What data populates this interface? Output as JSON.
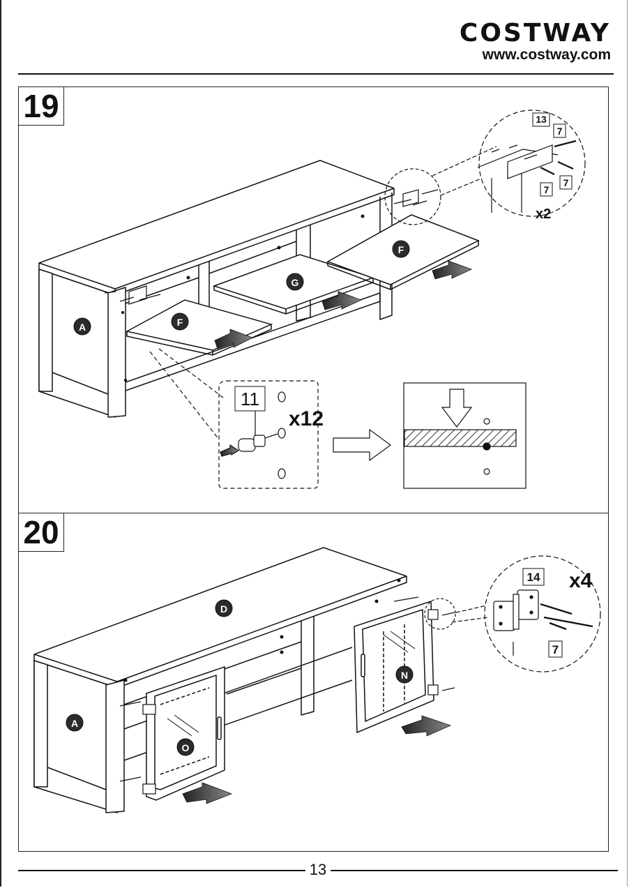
{
  "header": {
    "brand_name": "COSTWAY",
    "brand_url": "www.costway.com"
  },
  "steps": [
    {
      "number": "19",
      "panels": [
        "A",
        "F",
        "G",
        "F"
      ],
      "parts": [
        {
          "part": "13"
        },
        {
          "part": "7"
        },
        {
          "part": "7"
        },
        {
          "part": "7"
        },
        {
          "part": "11"
        }
      ],
      "quantities": [
        "x2",
        "x12"
      ]
    },
    {
      "number": "20",
      "panels": [
        "D",
        "A",
        "N",
        "O"
      ],
      "parts": [
        {
          "part": "14"
        },
        {
          "part": "7"
        }
      ],
      "quantities": [
        "x4"
      ]
    }
  ],
  "footer": {
    "page_number": "13"
  },
  "colors": {
    "ink": "#111111",
    "label_fill": "#2b2b2b",
    "hatch": "#333333",
    "arrow_fill": "#666666"
  }
}
